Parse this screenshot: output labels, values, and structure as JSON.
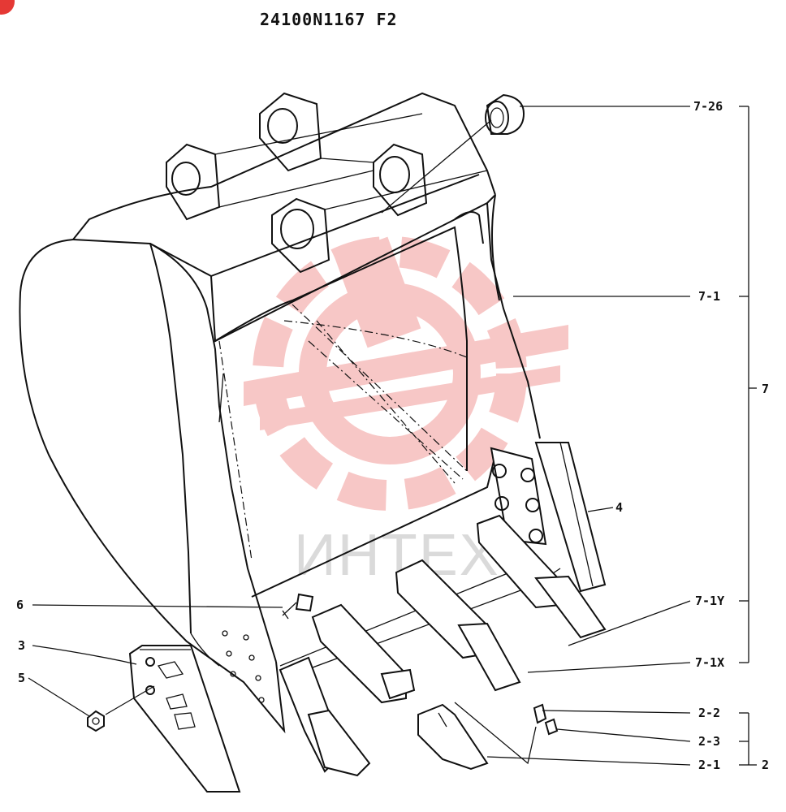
{
  "title": "24100N1167 F2",
  "watermark": {
    "text": "ИНТЕХ",
    "logo_color": "#e53935",
    "corner_badge_color": "#e53935"
  },
  "callouts": {
    "c7_26": "7-26",
    "c7_1": "7-1",
    "c7": "7",
    "c4": "4",
    "c6": "6",
    "c3": "3",
    "c5": "5",
    "c7_1Y": "7-1Y",
    "c7_1X": "7-1X",
    "c2_2": "2-2",
    "c2_3": "2-3",
    "c2_1": "2-1",
    "c2": "2"
  }
}
